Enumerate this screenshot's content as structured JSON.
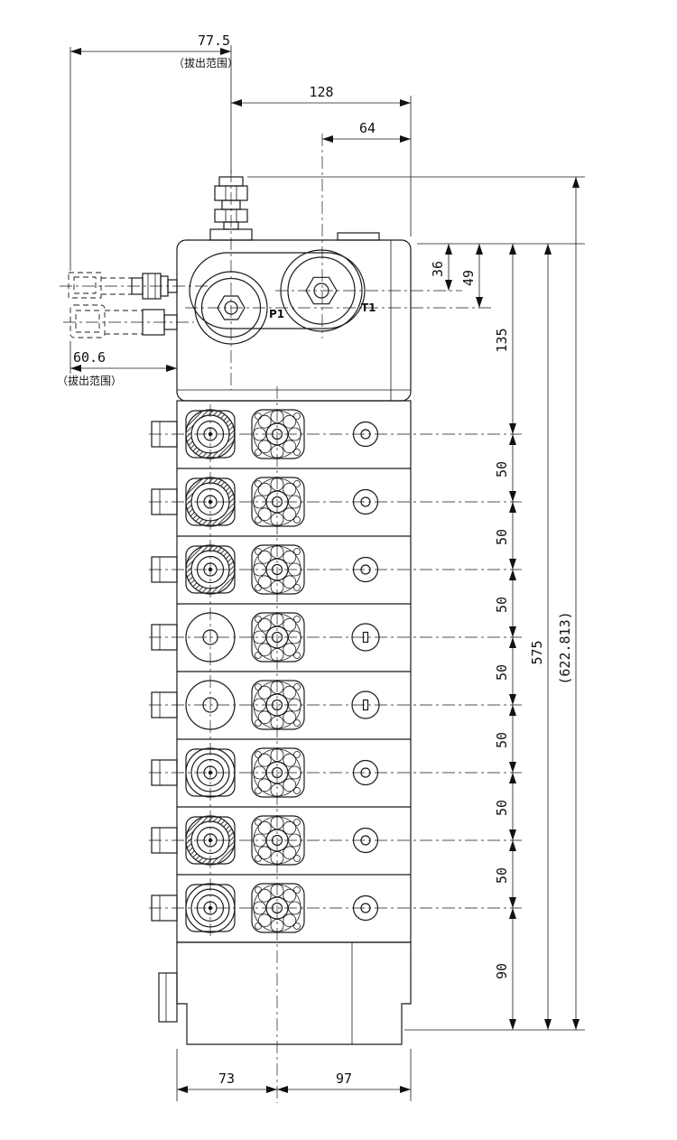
{
  "dims": {
    "pull_top": "77.5",
    "pull_note": "（拔出范围）",
    "w128": "128",
    "w64": "64",
    "h36": "36",
    "h49": "49",
    "h135": "135",
    "pull_left": "60.6",
    "sec50": "50",
    "h575": "575",
    "total": "(622.813)",
    "h90": "90",
    "b73": "73",
    "b97": "97"
  },
  "labels": {
    "p1": "P1",
    "t1": "T1"
  },
  "colors": {
    "line": "#1a1a1a",
    "background": "#ffffff"
  }
}
